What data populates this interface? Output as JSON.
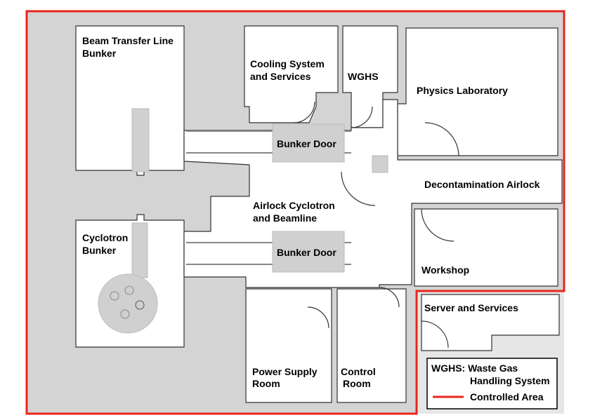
{
  "diagram": {
    "rooms": {
      "beam_transfer_line_bunker": [
        "Beam Transfer Line",
        "Bunker"
      ],
      "cooling_system": [
        "Cooling System",
        "and Services"
      ],
      "wghs": "WGHS",
      "physics_laboratory": "Physics Laboratory",
      "decontamination_airlock": "Decontamination Airlock",
      "bunker_door_upper": "Bunker Door",
      "airlock_cyclotron": [
        "Airlock Cyclotron",
        "and Beamline"
      ],
      "cyclotron_bunker": [
        "Cyclotron",
        "Bunker"
      ],
      "bunker_door_lower": "Bunker Door",
      "workshop": "Workshop",
      "server_and_services": "Server and Services",
      "power_supply_room": [
        "Power Supply",
        "Room"
      ],
      "control_room": [
        "Control",
        "Room"
      ]
    },
    "legend": {
      "wghs_line1": "WGHS: Waste Gas",
      "wghs_line2": "Handling System",
      "controlled_area": "Controlled Area"
    },
    "colors": {
      "controlled_area": "#e8251b",
      "background": "#d4d4d4",
      "walls": "#333333",
      "equipment": "#d0d0d0",
      "rooms": "#ffffff"
    }
  }
}
